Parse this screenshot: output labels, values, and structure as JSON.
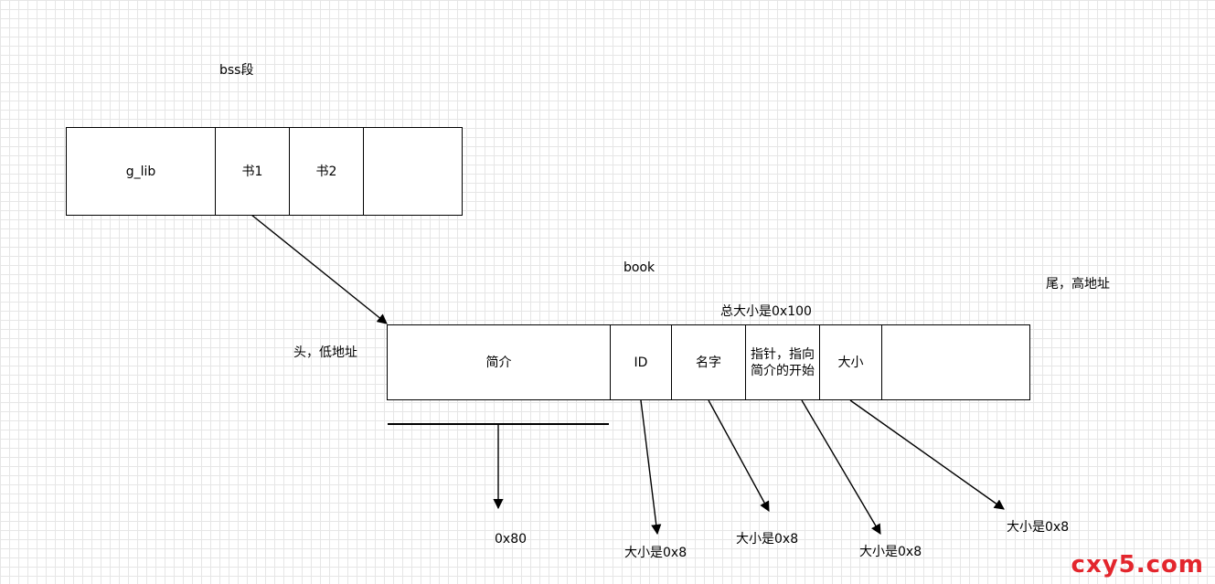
{
  "bss": {
    "title": "bss段",
    "cells": [
      "g_lib",
      "书1",
      "书2",
      ""
    ]
  },
  "book": {
    "title": "book",
    "total_size": "总大小是0x100",
    "head_label": "头，低地址",
    "tail_label": "尾，高地址",
    "cells": [
      "简介",
      "ID",
      "名字",
      "指针，指向简介的开始",
      "大小",
      ""
    ]
  },
  "sizes": {
    "intro": "0x80",
    "id": "大小是0x8",
    "name": "大小是0x8",
    "pointer": "大小是0x8",
    "size": "大小是0x8"
  },
  "watermark": "cxy5.com"
}
